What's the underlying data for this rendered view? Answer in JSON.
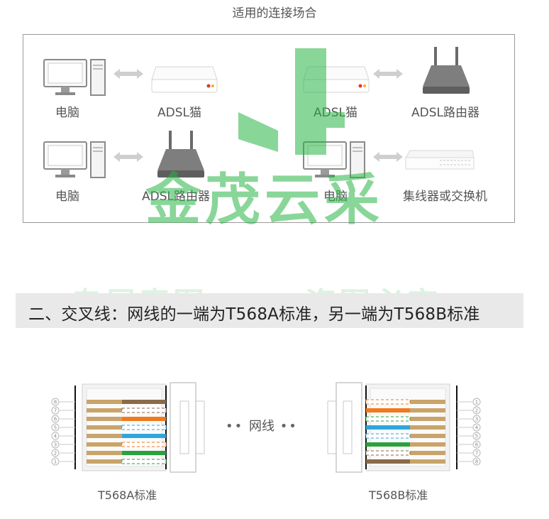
{
  "header": {
    "title": "适用的连接场合"
  },
  "scenarios": {
    "r1_left": {
      "a": "电脑",
      "b": "ADSL猫"
    },
    "r1_right": {
      "a": "ADSL猫",
      "b": "ADSL路由器"
    },
    "r2_left": {
      "a": "电脑",
      "b": "ADSL路由器"
    },
    "r2_right": {
      "a": "电脑",
      "b": "集线器或交换机"
    }
  },
  "banner": {
    "text": "二、交叉线：网线的一端为T568A标准，另一端为T568B标准"
  },
  "connectors": {
    "left": {
      "label": "T568A标准",
      "pins": [
        "8",
        "7",
        "6",
        "5",
        "4",
        "3",
        "2",
        "1"
      ]
    },
    "right": {
      "label": "T568B标准",
      "pins": [
        "1",
        "2",
        "3",
        "4",
        "5",
        "6",
        "7",
        "8"
      ]
    },
    "cable_label": "网线"
  },
  "watermark": {
    "main": "金茂云采",
    "sub_left": "专属素图",
    "sub_right": "资图必究"
  },
  "colors": {
    "orange": "#f07a1e",
    "green": "#2aa23c",
    "blue": "#2ea6dd",
    "brown": "#8a6a4a",
    "gold": "#c9a46a"
  }
}
